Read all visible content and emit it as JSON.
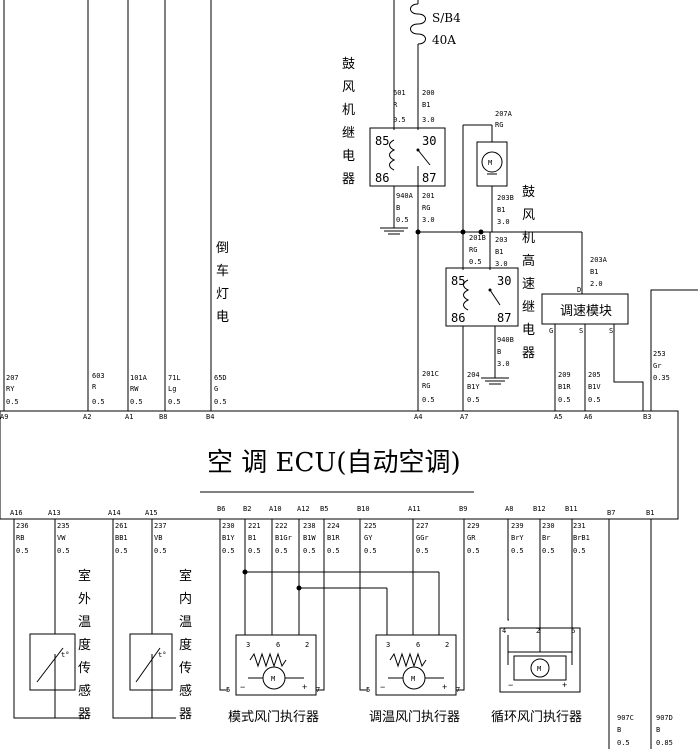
{
  "fuse": {
    "name": "S/B4",
    "rating": "40A"
  },
  "ecu_title": "空 调 ECU(自动空调)",
  "labels": {
    "blower_relay": "鼓风机继电器",
    "high_relay": "鼓风机高速继电器",
    "reverse_lamp": "倒车灯电",
    "speed_module": "调速模块",
    "outdoor_sensor": "室外温度传感器",
    "indoor_sensor": "室内温度传感器",
    "mode_actuator": "模式风门执行器",
    "temp_actuator": "调温风门执行器",
    "recirc_actuator": "循环风门执行器"
  },
  "relay_pins": {
    "p85": "85",
    "p86": "86",
    "p30": "30",
    "p87": "87"
  },
  "module_pins": {
    "g": "G",
    "s": "S",
    "d": "D",
    "s2": "S"
  },
  "motor_mark": "M",
  "wires": {
    "w207": [
      "207",
      "RY",
      "0.5"
    ],
    "w603": [
      "603",
      "R",
      "0.5"
    ],
    "w101a": [
      "101A",
      "RW",
      "0.5"
    ],
    "w71l": [
      "71L",
      "Lg",
      "0.5"
    ],
    "w65d": [
      "65D",
      "G",
      "0.5"
    ],
    "w601": [
      "601",
      "R",
      "0.5"
    ],
    "w200": [
      "200",
      "B1",
      "3.0"
    ],
    "w940a": [
      "940A",
      "B",
      "0.5"
    ],
    "w201": [
      "201",
      "RG",
      "3.0"
    ],
    "w207a": [
      "207A",
      "RG"
    ],
    "w203b": [
      "203B",
      "B1",
      "3.0"
    ],
    "w201b": [
      "201B",
      "RG",
      "0.5"
    ],
    "w203": [
      "203",
      "B1",
      "3.0"
    ],
    "w203a": [
      "203A",
      "B1",
      "2.0"
    ],
    "w940b": [
      "940B",
      "B",
      "3.0"
    ],
    "w201c": [
      "201C",
      "RG",
      "0.5"
    ],
    "w204": [
      "204",
      "B1Y",
      "0.5"
    ],
    "w209": [
      "209",
      "B1R",
      "0.5"
    ],
    "w205": [
      "205",
      "B1V",
      "0.5"
    ],
    "w253": [
      "253",
      "Gr",
      "0.35"
    ],
    "w236": [
      "236",
      "RB",
      "0.5"
    ],
    "w235": [
      "235",
      "VW",
      "0.5"
    ],
    "w261": [
      "261",
      "BB1",
      "0.5"
    ],
    "w237": [
      "237",
      "VB",
      "0.5"
    ],
    "w230": [
      "230",
      "B1Y",
      "0.5"
    ],
    "w221": [
      "221",
      "B1",
      "0.5"
    ],
    "w222": [
      "222",
      "B1Gr",
      "0.5"
    ],
    "w238": [
      "238",
      "B1W",
      "0.5"
    ],
    "w224": [
      "224",
      "B1R",
      "0.5"
    ],
    "w225": [
      "225",
      "GY",
      "0.5"
    ],
    "w227": [
      "227",
      "GGr",
      "0.5"
    ],
    "w229": [
      "229",
      "GR",
      "0.5"
    ],
    "w239": [
      "239",
      "BrY",
      "0.5"
    ],
    "w230b": [
      "230",
      "Br",
      "0.5"
    ],
    "w231": [
      "231",
      "BrB1",
      "0.5"
    ],
    "w907c": [
      "907C",
      "B",
      "0.5"
    ],
    "w907d": [
      "907D",
      "B",
      "0.85"
    ]
  },
  "top_pins": [
    "A9",
    "A2",
    "A1",
    "B8",
    "B4",
    "A4",
    "A7",
    "A5",
    "A6",
    "B3"
  ],
  "bottom_pins_left": [
    "A16",
    "A13",
    "A14",
    "A15"
  ],
  "bottom_pins_mid": [
    "B6",
    "B2",
    "A10",
    "A12",
    "B5",
    "B10",
    "A11",
    "B9"
  ],
  "bottom_pins_right": [
    "A8",
    "B12",
    "B11",
    "B7",
    "B1"
  ],
  "actuator_pins": {
    "p3": "3",
    "p6": "6",
    "p2": "2",
    "p5": "5",
    "p7": "7",
    "p4": "4",
    "minus": "−",
    "plus": "+"
  },
  "sensor_mark": "t°"
}
